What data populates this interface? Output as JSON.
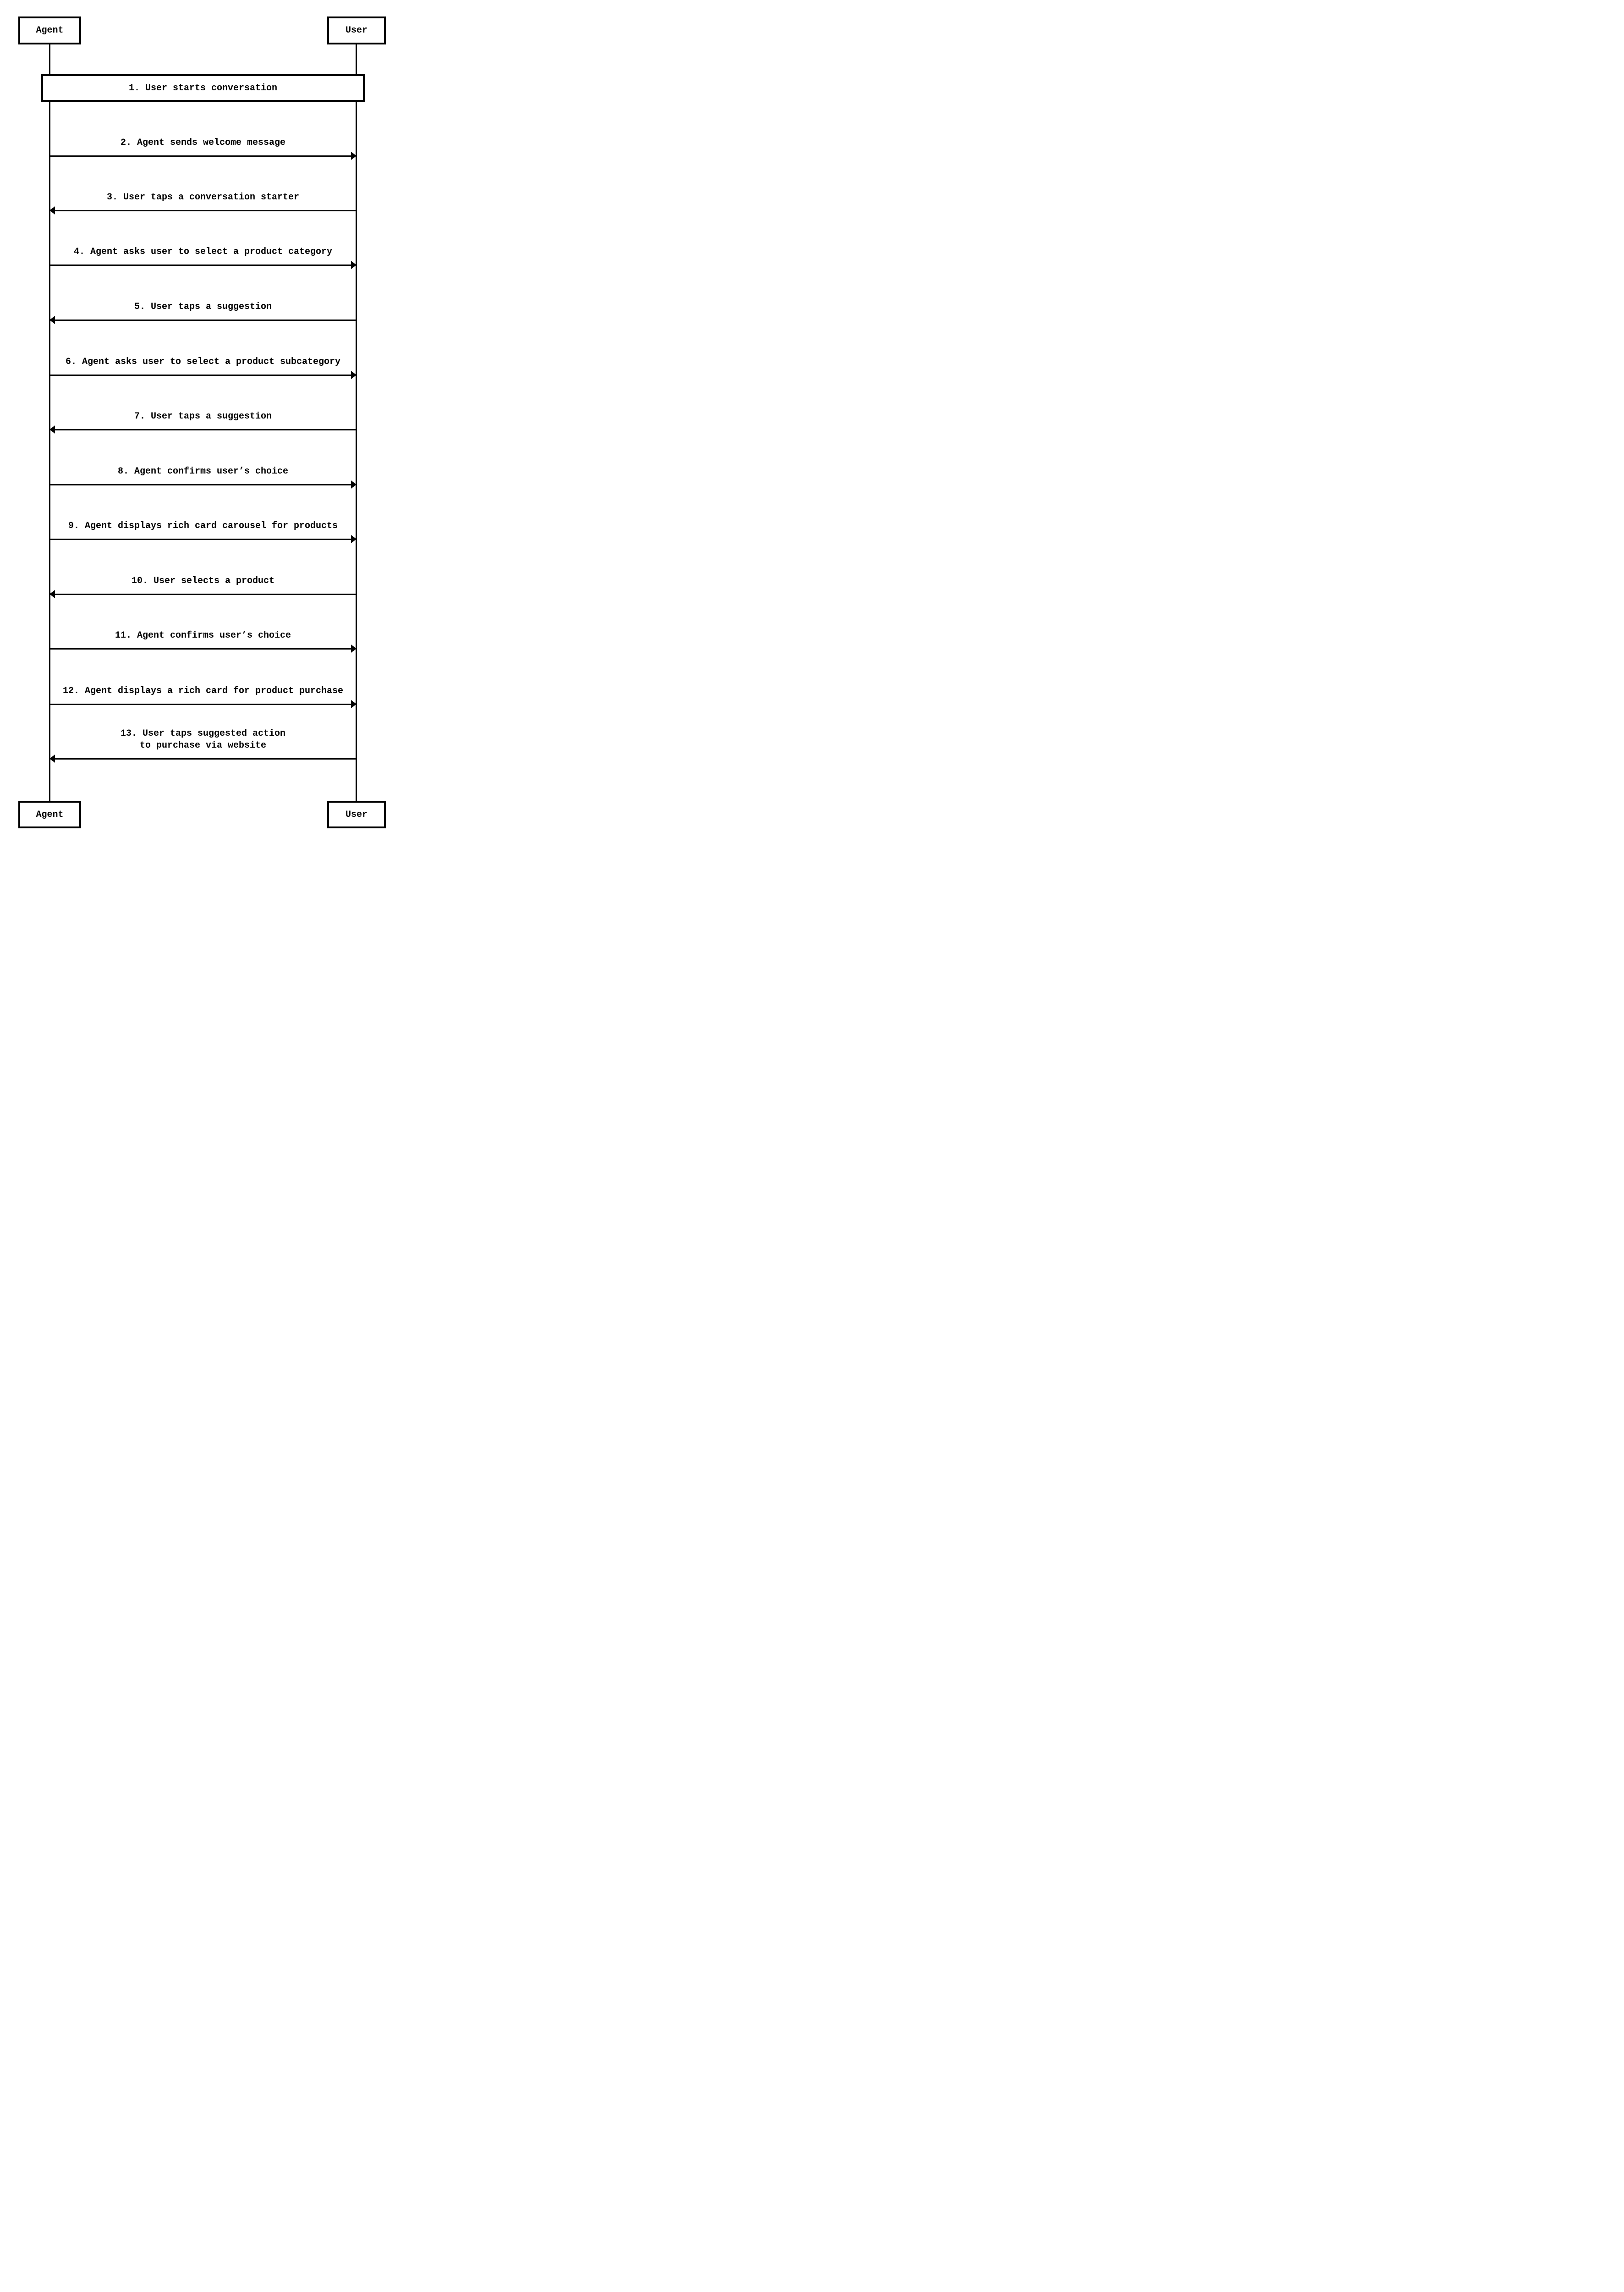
{
  "actors": {
    "left": {
      "label": "Agent"
    },
    "right": {
      "label": "User"
    }
  },
  "band": {
    "label": "1. User starts conversation"
  },
  "messages": [
    {
      "label": "2. Agent sends welcome message",
      "direction": "agent-to-user"
    },
    {
      "label": "3. User taps a conversation starter",
      "direction": "user-to-agent"
    },
    {
      "label": "4. Agent asks user to select a product category",
      "direction": "agent-to-user"
    },
    {
      "label": "5. User taps a suggestion",
      "direction": "user-to-agent"
    },
    {
      "label": "6. Agent asks user to select a product subcategory",
      "direction": "agent-to-user"
    },
    {
      "label": "7. User taps a suggestion",
      "direction": "user-to-agent"
    },
    {
      "label": "8. Agent confirms user’s choice",
      "direction": "agent-to-user"
    },
    {
      "label": "9. Agent displays rich card carousel for products",
      "direction": "agent-to-user"
    },
    {
      "label": "10. User selects a product",
      "direction": "user-to-agent"
    },
    {
      "label": "11. Agent confirms user’s choice",
      "direction": "agent-to-user"
    },
    {
      "label": "12. Agent displays a rich card for product purchase",
      "direction": "agent-to-user"
    },
    {
      "label": "13. User taps suggested action",
      "label_line2": "to purchase via website",
      "direction": "user-to-agent"
    }
  ],
  "colors": {
    "line": "#000000",
    "background": "#ffffff"
  }
}
